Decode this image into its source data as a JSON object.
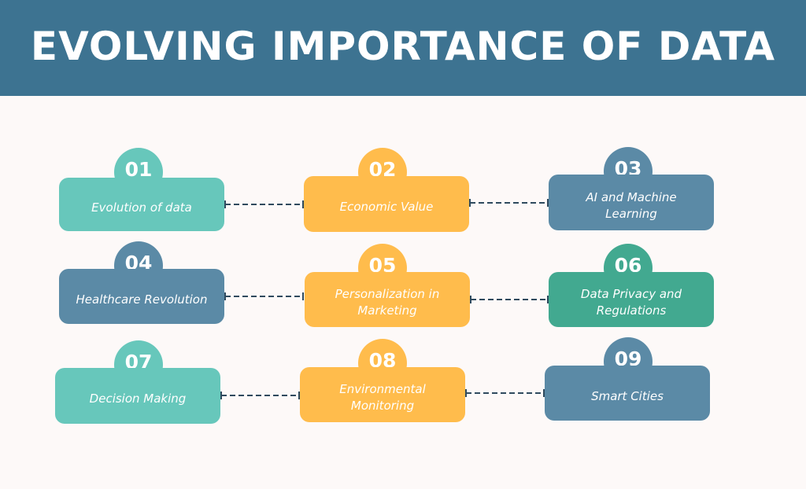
{
  "title": "EVOLVING IMPORTANCE OF DATA",
  "colors": {
    "header": "#3d7391",
    "teal": "#67c7bb",
    "yellow": "#ffbc4c",
    "slate": "#5b8aa6",
    "green": "#42a990",
    "connector": "#2f4a5e"
  },
  "items": [
    {
      "num": "01",
      "label": "Evolution of data"
    },
    {
      "num": "02",
      "label": "Economic Value"
    },
    {
      "num": "03",
      "label": "AI and Machine Learning"
    },
    {
      "num": "04",
      "label": "Healthcare Revolution"
    },
    {
      "num": "05",
      "label": "Personalization in Marketing"
    },
    {
      "num": "06",
      "label": "Data Privacy and Regulations"
    },
    {
      "num": "07",
      "label": "Decision Making"
    },
    {
      "num": "08",
      "label": "Environmental Monitoring"
    },
    {
      "num": "09",
      "label": "Smart Cities"
    }
  ]
}
